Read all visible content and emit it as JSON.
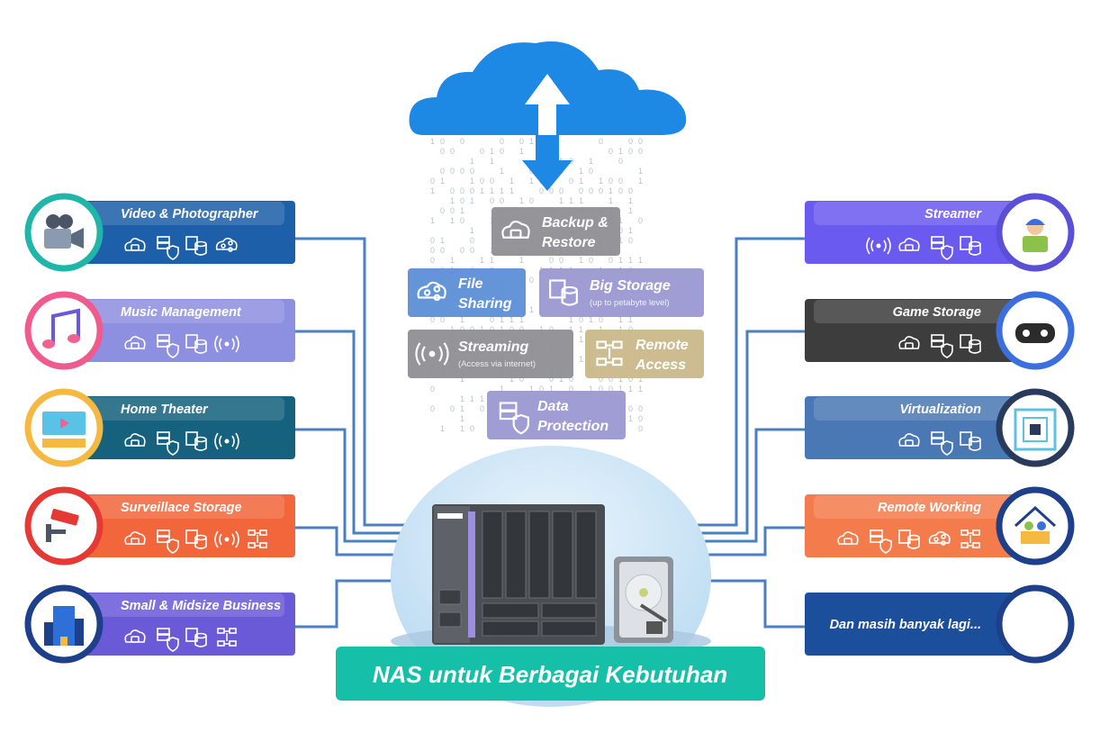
{
  "colors": {
    "cloud": "#1E88E5",
    "wire": "#4A7FC1",
    "banner": "#16BFA8",
    "dome": "#CFE6F7"
  },
  "banner_title": "NAS untuk Berbagai Kebutuhan",
  "features": [
    {
      "title1": "Backup &",
      "title2": "Restore",
      "sub": "",
      "icon": "cloud-db-icon",
      "color": "#8E8E93"
    },
    {
      "title1": "File",
      "title2": "Sharing",
      "sub": "",
      "icon": "share-cloud-icon",
      "color": "#5B8FD6"
    },
    {
      "title1": "Big Storage",
      "title2": "",
      "sub": "(up to petabyte level)",
      "icon": "server-db-icon",
      "color": "#9B98D3"
    },
    {
      "title1": "Streaming",
      "title2": "",
      "sub": "(Access via internet)",
      "icon": "broadcast-icon",
      "color": "#8E8E93"
    },
    {
      "title1": "Remote",
      "title2": "Access",
      "sub": "",
      "icon": "network-icon",
      "color": "#C9B88A"
    },
    {
      "title1": "Data",
      "title2": "Protection",
      "sub": "",
      "icon": "shield-server-icon",
      "color": "#9B98D3"
    }
  ],
  "left_cards": [
    {
      "title": "Video & Photographer",
      "color": "#1D5FA8",
      "ring": "#1FB5A9",
      "icon": "video-camera-icon",
      "badges": [
        "cloud",
        "server",
        "database",
        "share"
      ]
    },
    {
      "title": "Music Management",
      "color": "#8D8FE0",
      "ring": "#F05A8C",
      "icon": "music-notes-icon",
      "badges": [
        "cloud",
        "server",
        "database",
        "broadcast"
      ]
    },
    {
      "title": "Home Theater",
      "color": "#15617E",
      "ring": "#F5B942",
      "icon": "theater-screen-icon",
      "badges": [
        "cloud",
        "server",
        "database",
        "broadcast"
      ]
    },
    {
      "title": "Surveillace Storage",
      "color": "#F2663B",
      "ring": "#E53935",
      "icon": "cctv-camera-icon",
      "badges": [
        "cloud",
        "server",
        "database",
        "broadcast",
        "network"
      ]
    },
    {
      "title": "Small & Midsize Business",
      "color": "#6A5AD8",
      "ring": "#1E3F8A",
      "icon": "office-building-icon",
      "badges": [
        "cloud",
        "server",
        "database",
        "network"
      ]
    }
  ],
  "right_cards": [
    {
      "title": "Streamer",
      "color": "#6A5AF0",
      "ring": "#5A4FD6",
      "icon": "streamer-person-icon",
      "badges": [
        "broadcast",
        "cloud",
        "server",
        "database"
      ]
    },
    {
      "title": "Game Storage",
      "color": "#3D3D3D",
      "ring": "#3B6FE0",
      "icon": "gamepad-icon",
      "badges": [
        "cloud",
        "server",
        "database"
      ]
    },
    {
      "title": "Virtualization",
      "color": "#4A78B4",
      "ring": "#2A3A5C",
      "icon": "virtual-screen-icon",
      "badges": [
        "cloud",
        "server",
        "database"
      ]
    },
    {
      "title": "Remote Working",
      "color": "#F47C4C",
      "ring": "#1E3F8A",
      "icon": "home-work-icon",
      "badges": [
        "cloud",
        "server",
        "database",
        "share",
        "network"
      ]
    },
    {
      "title": "Dan masih banyak lagi...",
      "color": "#1B4E9B",
      "ring": "#1E3F8A",
      "icon": "blank-circle-icon",
      "badges": []
    }
  ]
}
